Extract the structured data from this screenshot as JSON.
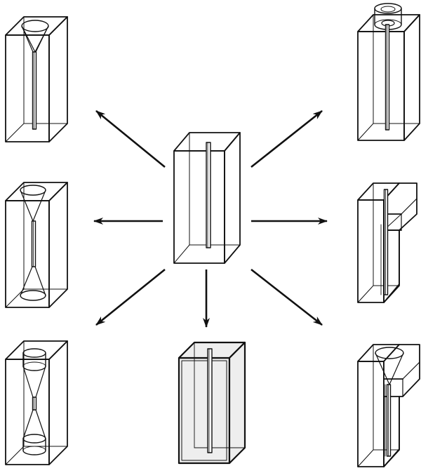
{
  "diagram": {
    "center_variant": "straight-channel",
    "variants": [
      "cone-top",
      "cylinder-top",
      "double-cone",
      "side-chamber",
      "double-cone-cylinders",
      "shaded-block",
      "cone-side-chamber"
    ],
    "colors": {
      "stroke": "#111111",
      "background": "#ffffff",
      "shaded_fill": "#eeeeee"
    }
  }
}
